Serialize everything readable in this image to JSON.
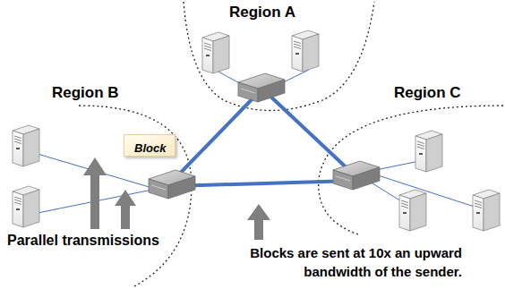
{
  "diagram": {
    "nodes": [
      {
        "text": [
          "Block"
        ]
      }
    ],
    "labels": [
      "Region A",
      "Region B",
      "Region C",
      "Parallel transmissions",
      "Blocks are sent at 10x an upward bandwidth of the sender."
    ]
  }
}
